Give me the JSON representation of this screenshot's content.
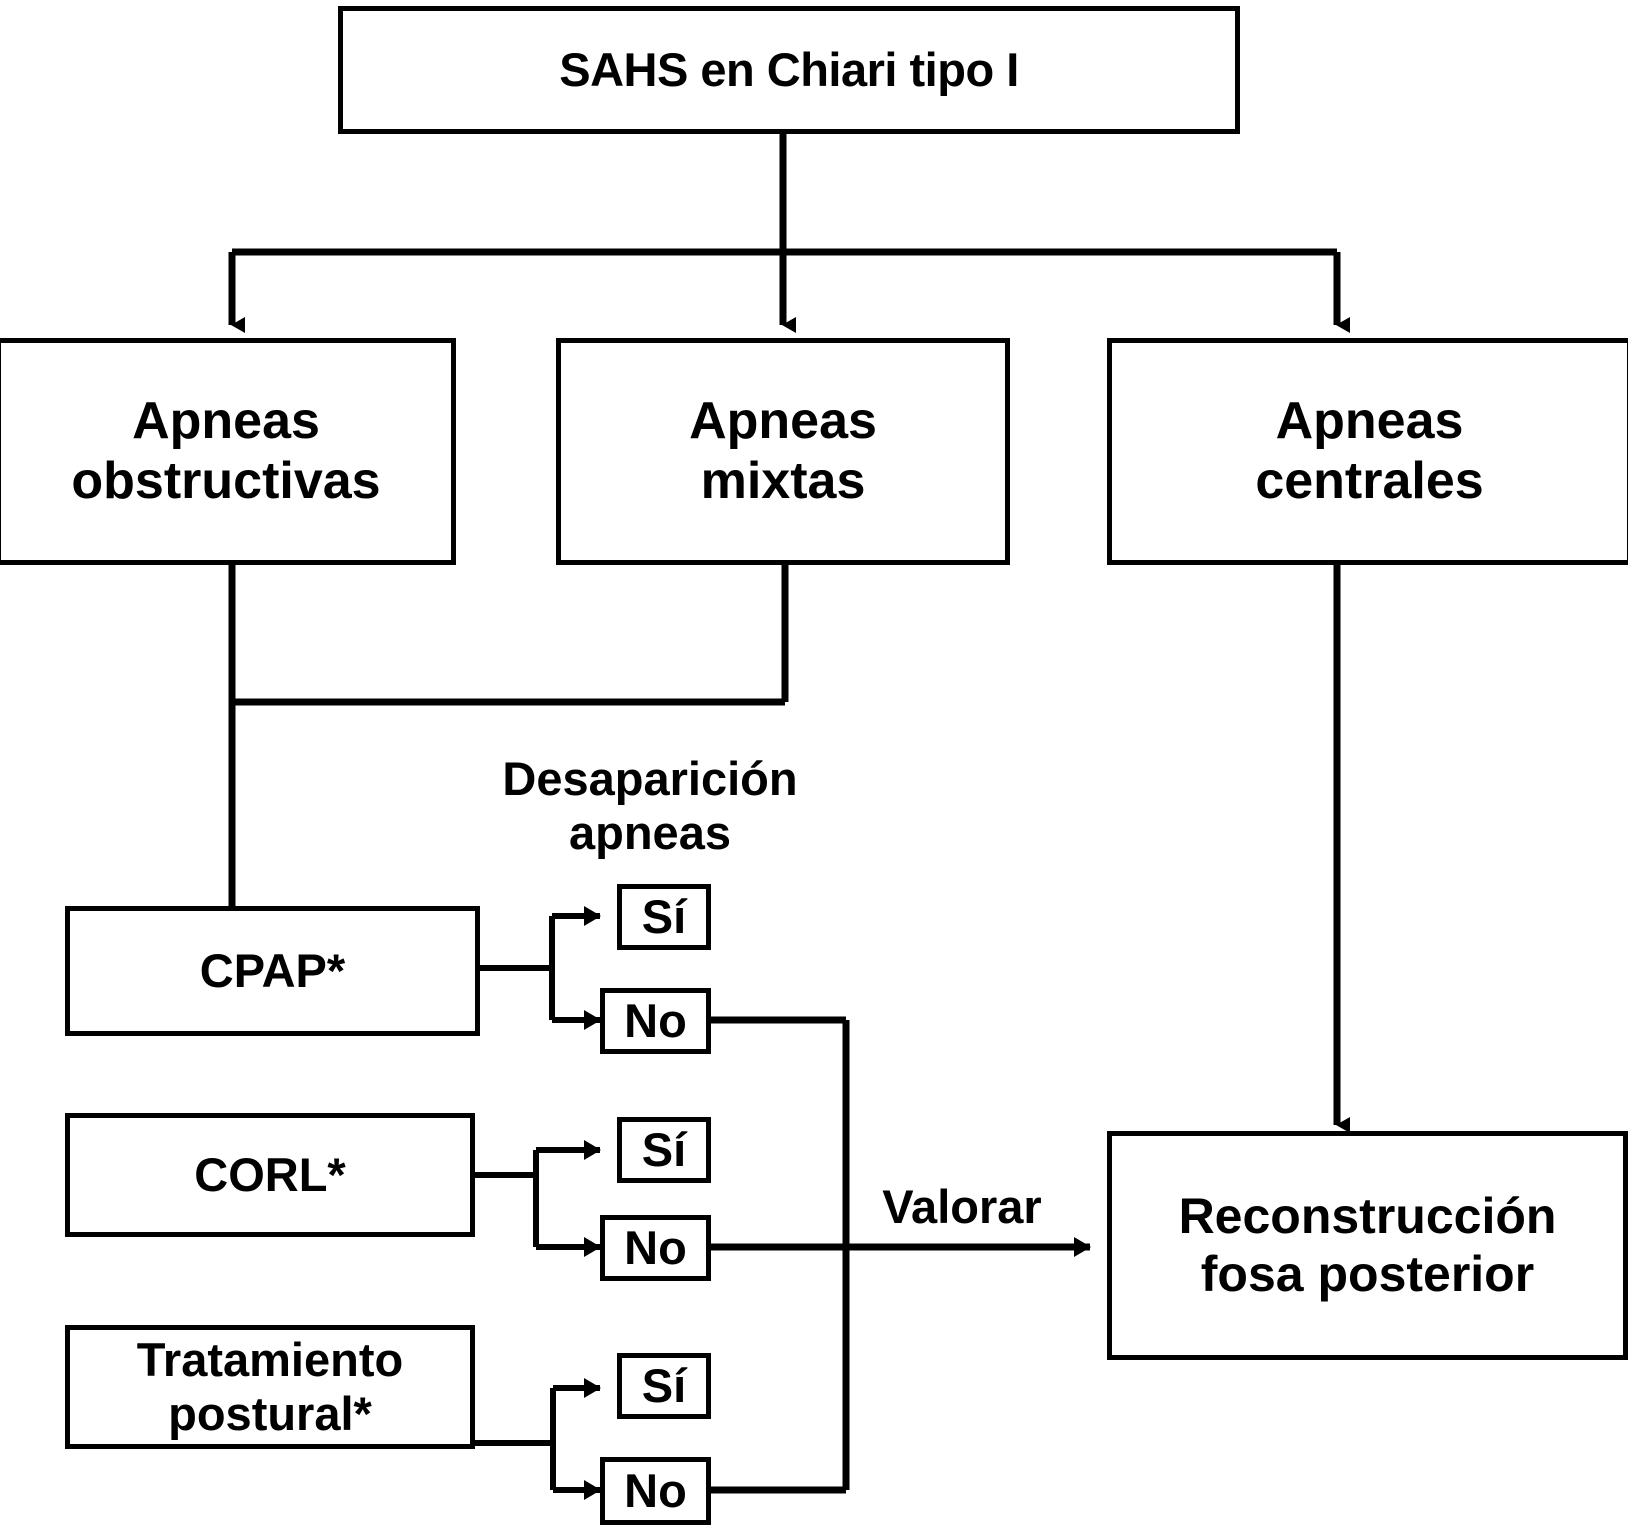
{
  "diagram": {
    "type": "flowchart",
    "language": "es",
    "colors": {
      "stroke": "#000000",
      "fill": "#ffffff",
      "text": "#000000"
    },
    "root": {
      "id": "sahs",
      "label": "SAHS en Chiari tipo I"
    },
    "level2": [
      {
        "id": "obstructivas",
        "label": "Apneas\nobstructivas"
      },
      {
        "id": "mixtas",
        "label": "Apneas\nmixtas"
      },
      {
        "id": "centrales",
        "label": "Apneas\ncentrales"
      }
    ],
    "decision_header": {
      "id": "desaparicion",
      "label": "Desaparición\napneas"
    },
    "treatments": [
      {
        "id": "cpap",
        "label": "CPAP*",
        "outcomes": [
          {
            "id": "cpap-si",
            "label": "Sí"
          },
          {
            "id": "cpap-no",
            "label": "No"
          }
        ]
      },
      {
        "id": "corl",
        "label": "CORL*",
        "outcomes": [
          {
            "id": "corl-si",
            "label": "Sí"
          },
          {
            "id": "corl-no",
            "label": "No"
          }
        ]
      },
      {
        "id": "postural",
        "label": "Tratamiento\npostural*",
        "outcomes": [
          {
            "id": "postural-si",
            "label": "Sí"
          },
          {
            "id": "postural-no",
            "label": "No"
          }
        ]
      }
    ],
    "edge_labels": [
      {
        "id": "valorar",
        "label": "Valorar"
      }
    ],
    "outcome_node": {
      "id": "reconstruccion",
      "label": "Reconstrucción\nfosa posterior"
    }
  }
}
